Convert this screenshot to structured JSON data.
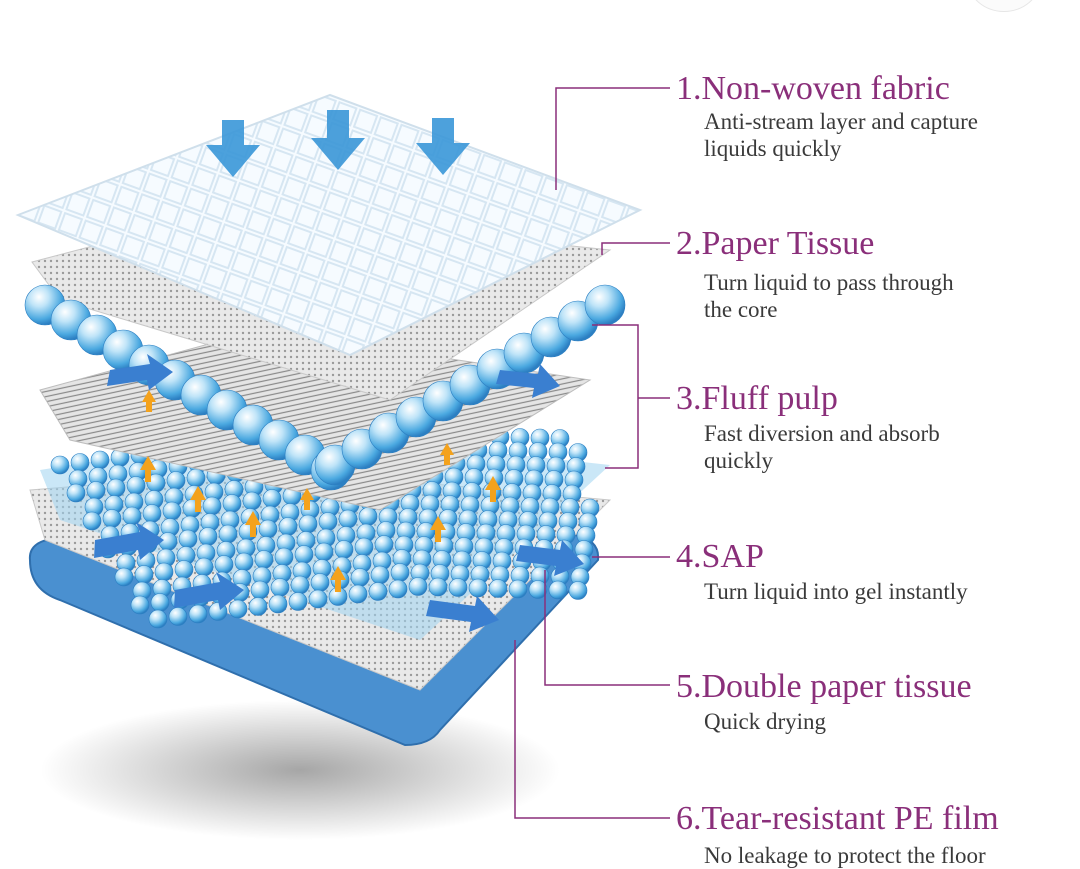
{
  "colors": {
    "accent": "#8a2f7a",
    "text": "#3a3a3a",
    "water_blue": "#3a97d8",
    "bubble_blue": "#5fb7e8",
    "base_blue": "#4a90d0",
    "arrow_orange": "#f4a21c"
  },
  "layers": [
    {
      "title": "1.Non-woven fabric",
      "desc": [
        "Anti-stream layer and capture",
        "liquids quickly"
      ]
    },
    {
      "title": "2.Paper Tissue",
      "desc": [
        "Turn liquid to pass through",
        "the core"
      ]
    },
    {
      "title": "3.Fluff  pulp",
      "desc": [
        "Fast diversion and absorb",
        "quickly"
      ]
    },
    {
      "title": "4.SAP",
      "desc": [
        "Turn liquid into gel instantly"
      ]
    },
    {
      "title": "5.Double paper tissue",
      "desc": [
        "Quick drying"
      ]
    },
    {
      "title": "6.Tear-resistant PE film",
      "desc": [
        "No leakage to protect the floor"
      ]
    }
  ]
}
